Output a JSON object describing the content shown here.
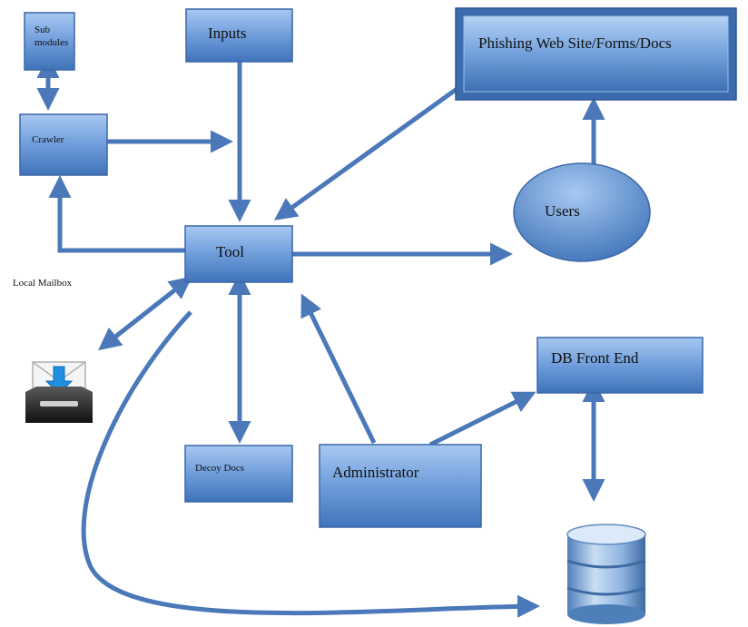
{
  "nodes": {
    "submodules": {
      "line1": "Sub",
      "line2": "modules"
    },
    "inputs": "Inputs",
    "phishing": "Phishing Web Site/Forms/Docs",
    "crawler": "Crawler",
    "users": "Users",
    "tool": "Tool",
    "db_front_end": "DB Front End",
    "decoy_docs": "Decoy Docs",
    "administrator": "Administrator"
  },
  "labels": {
    "local_mailbox": "Local Mailbox"
  },
  "icons": {
    "mailbox": "mailbox-tray-icon",
    "database": "database-cylinder-icon"
  },
  "colors": {
    "box_top": "#9cc1ee",
    "box_bottom": "#3f73b9",
    "arrow": "#4a78b8",
    "border": "#3a67a8"
  }
}
